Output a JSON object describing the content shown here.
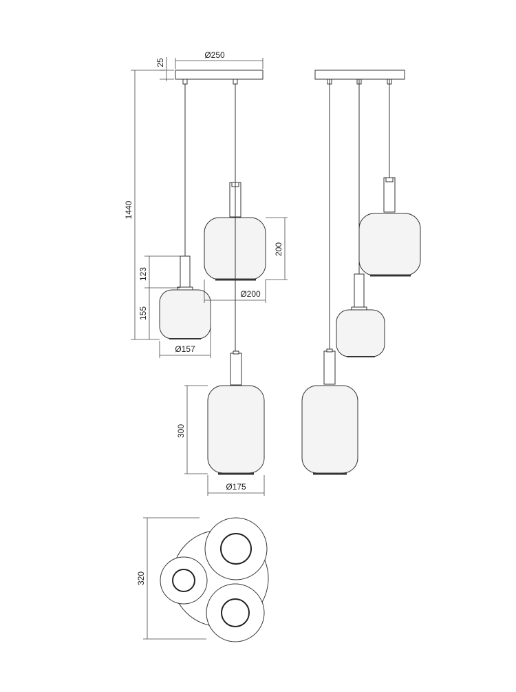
{
  "dimensions": {
    "canopy_height": "25",
    "canopy_diameter": "Ø250",
    "total_height": "1440",
    "small_neck": "123",
    "small_height": "155",
    "small_diameter": "Ø157",
    "medium_height": "200",
    "medium_diameter": "Ø200",
    "large_height": "300",
    "large_diameter": "Ø175",
    "top_view_depth": "320"
  }
}
